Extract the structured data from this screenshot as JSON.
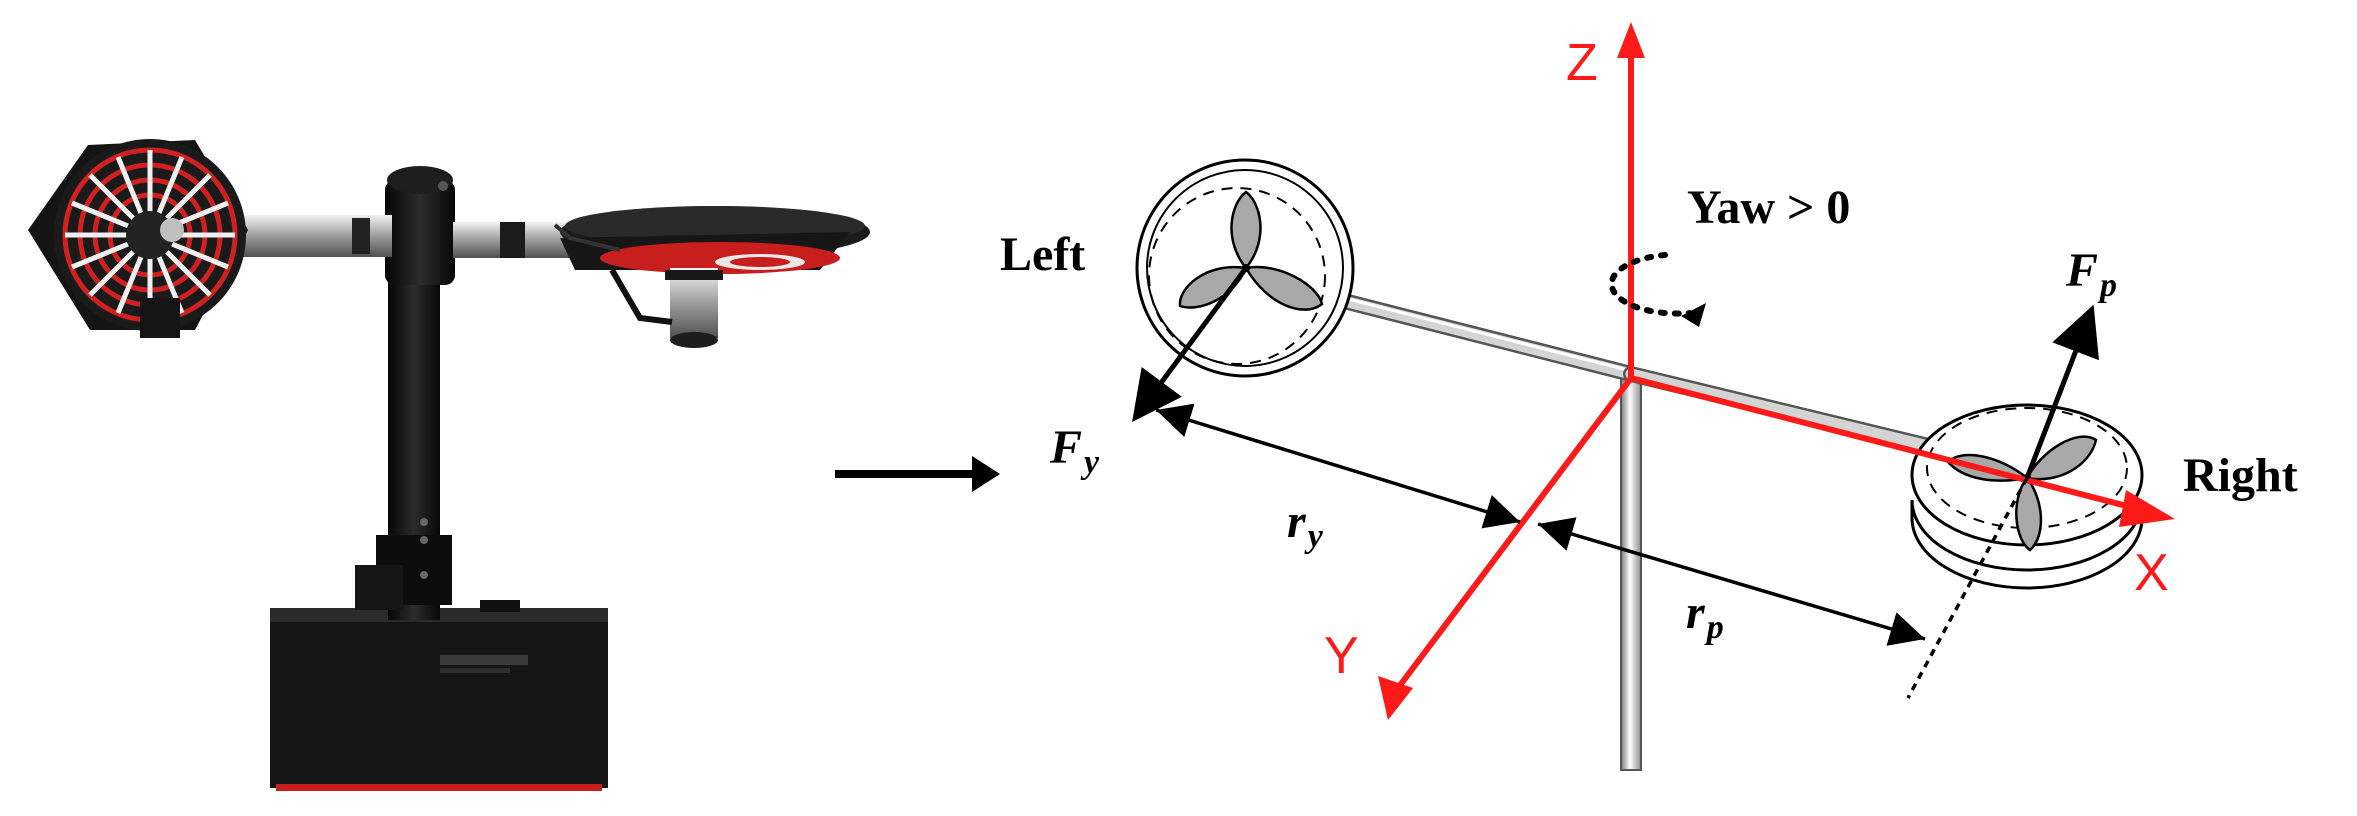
{
  "labels": {
    "left": "Left",
    "right": "Right",
    "yaw": "Yaw > 0",
    "axis_x": "X",
    "axis_y": "Y",
    "axis_z": "Z",
    "force_y_main": "F",
    "force_y_sub": "y",
    "force_p_main": "F",
    "force_p_sub": "p",
    "dist_y_main": "r",
    "dist_y_sub": "y",
    "dist_p_main": "r",
    "dist_p_sub": "p"
  },
  "colors": {
    "axis": "#ff1a1a",
    "arm": "#b0b0b0",
    "ink": "#000000",
    "blade": "#9a9a9a",
    "fan_red": "#cc1f1f",
    "device_black": "#141414"
  }
}
